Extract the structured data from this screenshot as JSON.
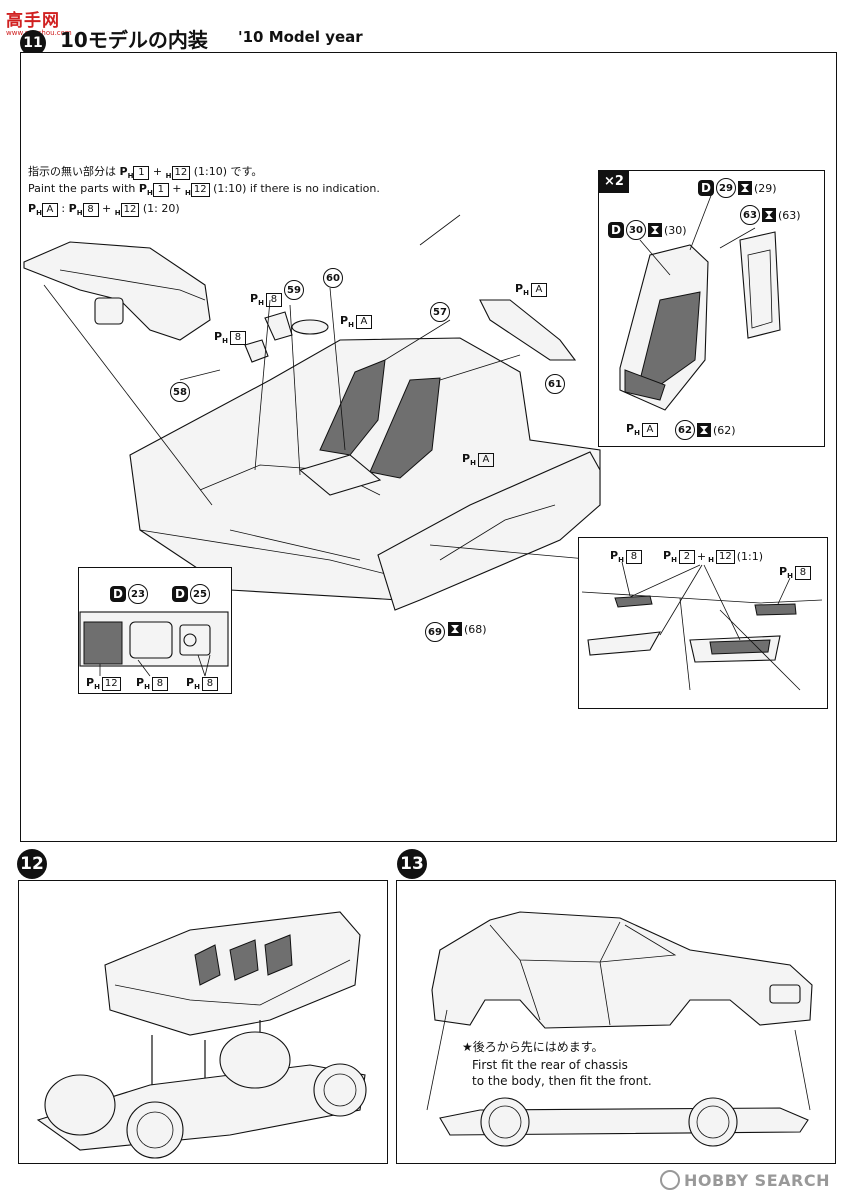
{
  "header": {
    "logo_text": "高手网",
    "logo_url": "www.gaoshou.com",
    "step_number": "11",
    "title_jp": "10モデルの内装",
    "title_en": "'10 Model year"
  },
  "step11": {
    "note_jp": "指示の無い部分は",
    "note_jp_suffix": "(1:10) です。",
    "note_en_prefix": "Paint the parts with",
    "note_en_suffix": "(1:10) if there is no indication.",
    "ratio_note": "(1: 20)",
    "paint_codes": {
      "p1": "1",
      "p12": "12",
      "p8": "8",
      "p2": "2",
      "pA": "A"
    },
    "parts": [
      "57",
      "58",
      "59",
      "60",
      "61",
      "62",
      "63",
      "69",
      "68",
      "30",
      "29",
      "23",
      "25"
    ],
    "seat_box": {
      "multiplier": "×2",
      "decal_29": "(29)",
      "decal_30": "(30)",
      "decal_63": "(63)",
      "decal_62": "(62)"
    },
    "door_box": {
      "ratio": "(1:1)"
    },
    "door_decal": "(68)"
  },
  "step12": {
    "step_number": "12"
  },
  "step13": {
    "step_number": "13",
    "note_jp": "★後ろから先にはめます。",
    "note_en_1": "First fit the rear of chassis",
    "note_en_2": "to the body, then fit the front."
  },
  "footer": {
    "watermark": "HOBBY SEARCH"
  }
}
